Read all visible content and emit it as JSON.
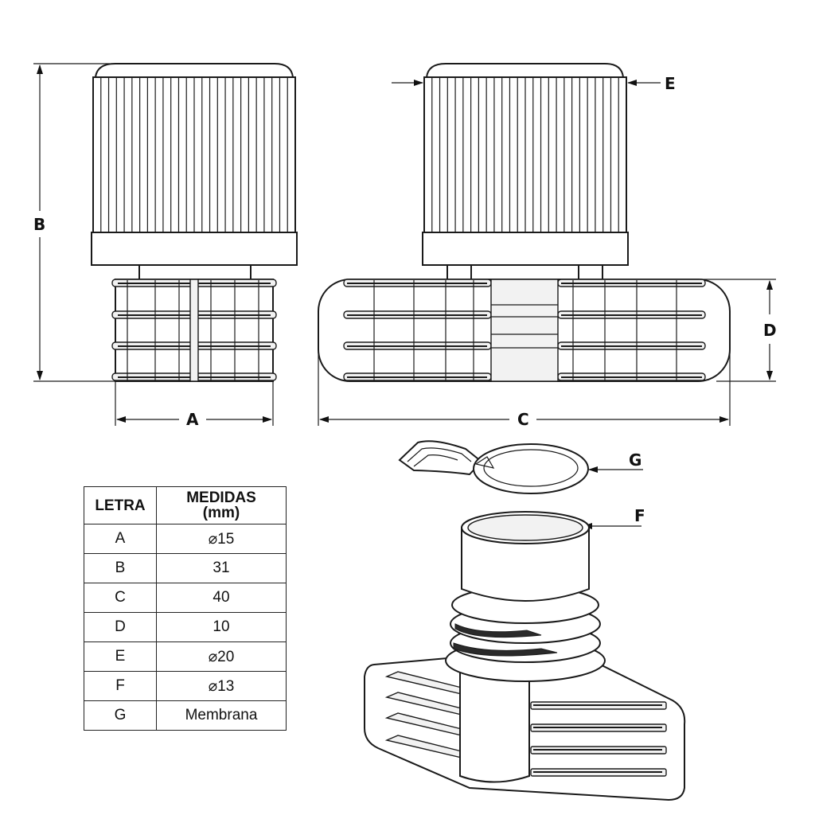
{
  "dimension_labels": {
    "A": "A",
    "B": "B",
    "C": "C",
    "D": "D",
    "E": "E",
    "F": "F",
    "G": "G"
  },
  "table": {
    "header_letter": "LETRA",
    "header_measure_line1": "MEDIDAS",
    "header_measure_line2": "(mm)",
    "rows": [
      {
        "letter": "A",
        "value": "⌀15"
      },
      {
        "letter": "B",
        "value": "31"
      },
      {
        "letter": "C",
        "value": "40"
      },
      {
        "letter": "D",
        "value": "10"
      },
      {
        "letter": "E",
        "value": "⌀20"
      },
      {
        "letter": "F",
        "value": "⌀13"
      },
      {
        "letter": "G",
        "value": "Membrana"
      }
    ]
  }
}
